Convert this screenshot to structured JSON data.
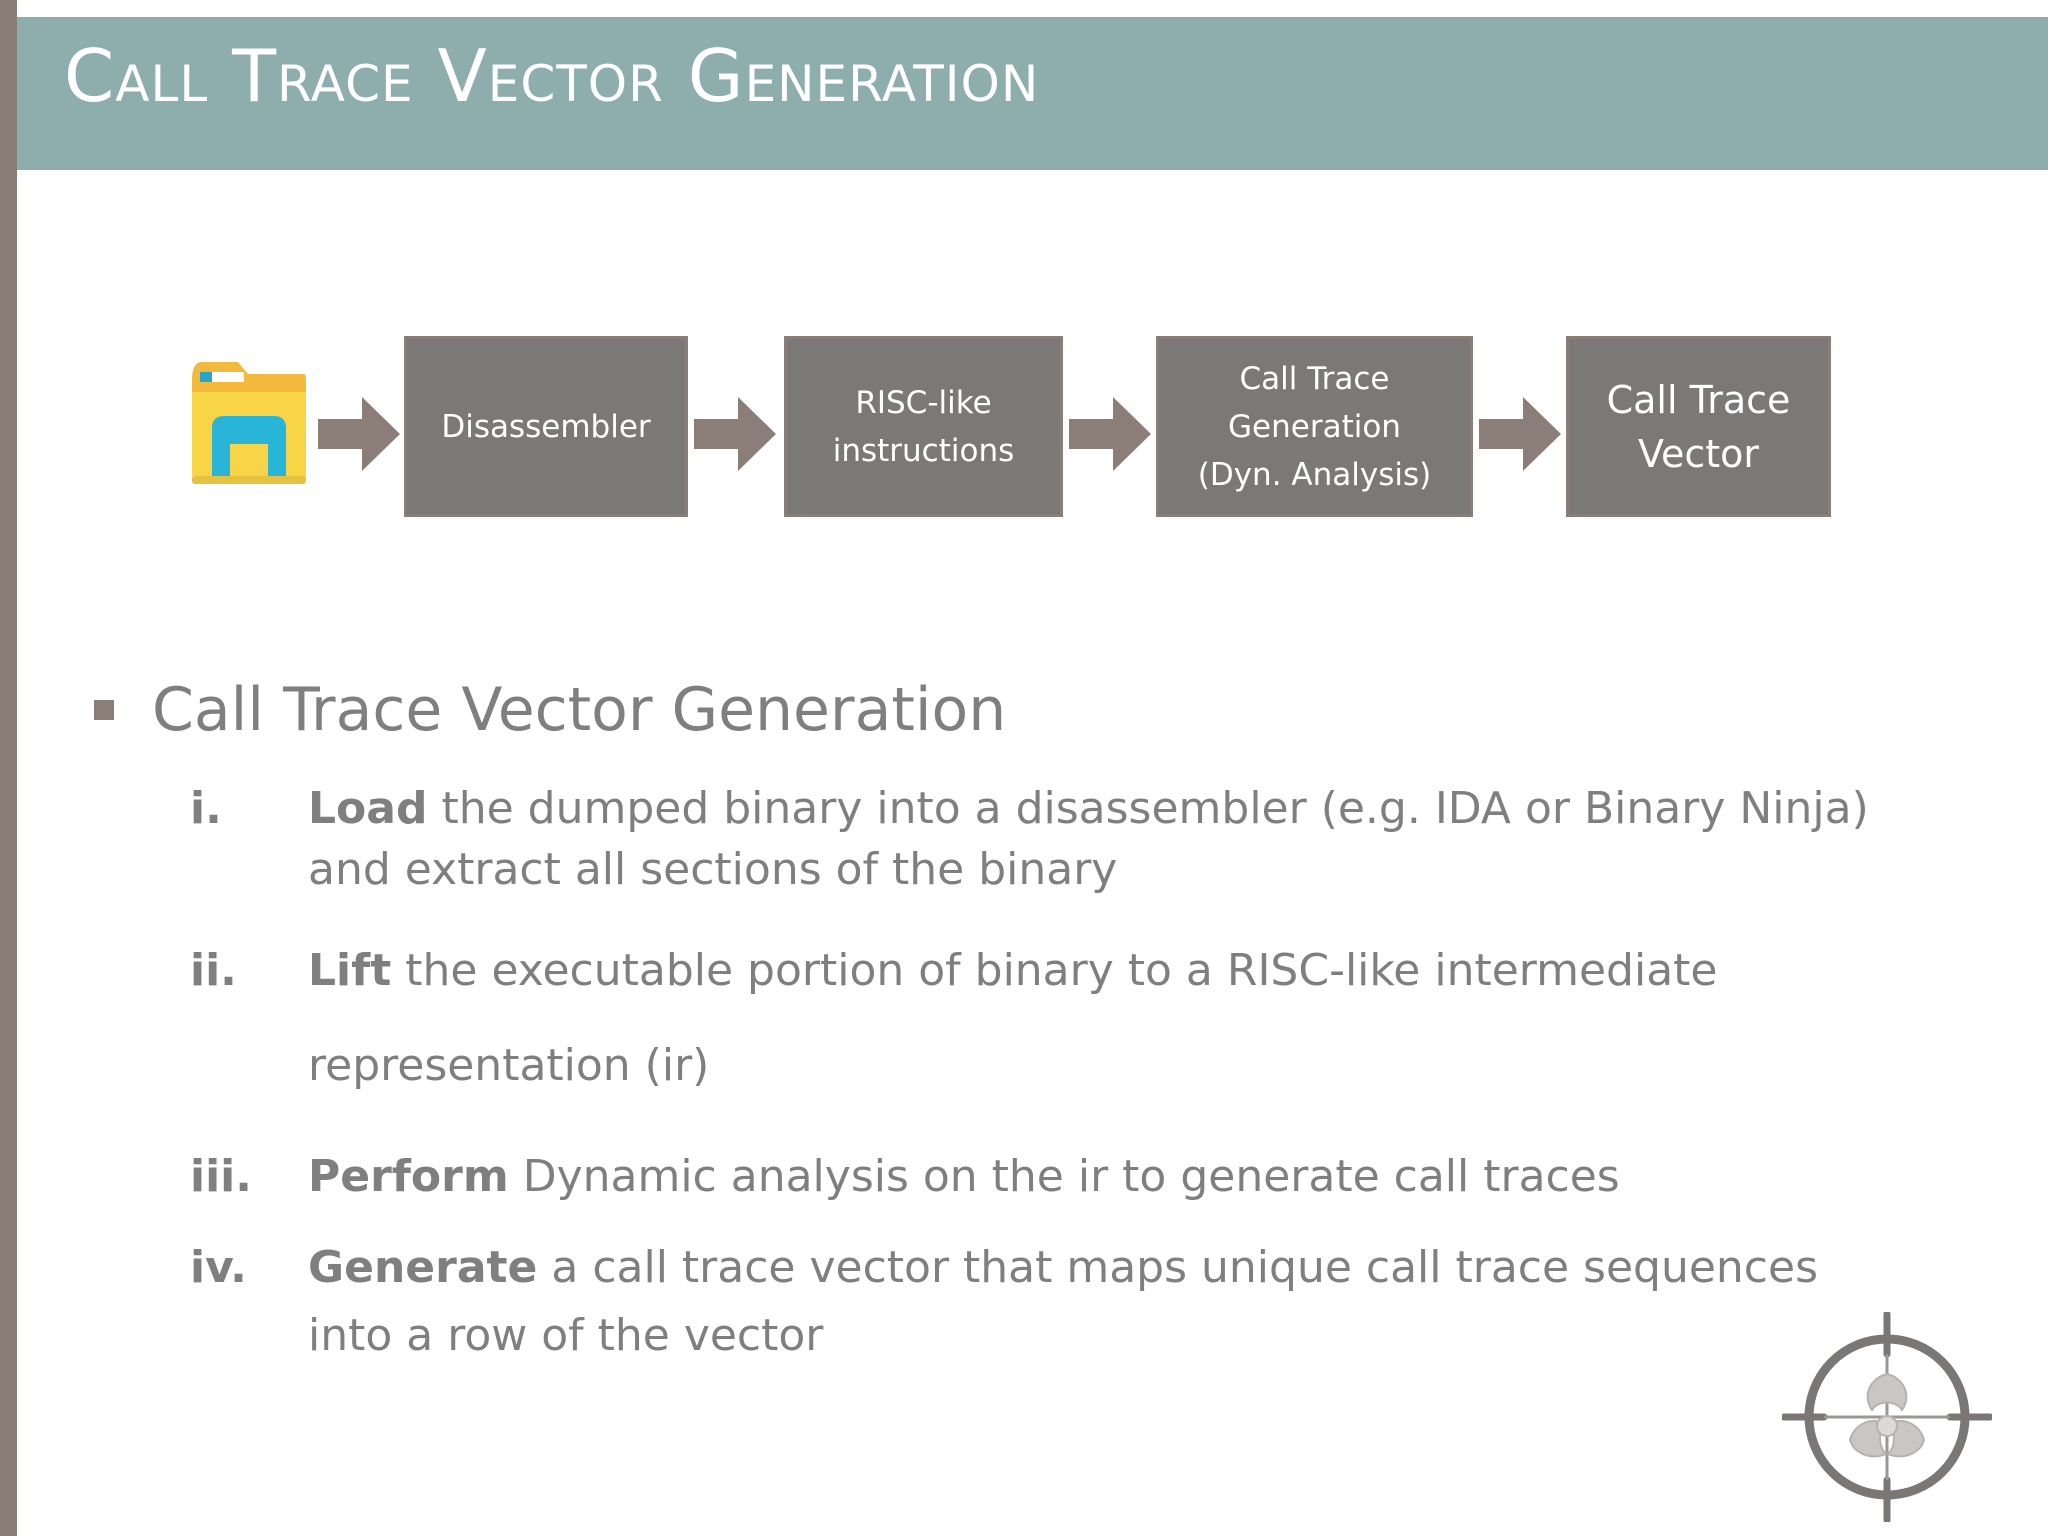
{
  "slide": {
    "title": "Call Trace Vector Generation"
  },
  "flow": {
    "icon": "file-explorer-folder-icon",
    "steps": [
      {
        "lines": [
          "Disassembler"
        ]
      },
      {
        "lines": [
          "RISC-like",
          "instructions"
        ]
      },
      {
        "lines": [
          "Call Trace",
          "Generation",
          "(Dyn. Analysis)"
        ]
      },
      {
        "lines": [
          "Call Trace",
          "Vector"
        ]
      }
    ]
  },
  "bullet": {
    "heading": "Call Trace Vector Generation",
    "items": [
      {
        "num": "i.",
        "verb": "Load",
        "rest": " the dumped binary into a disassembler (e.g. IDA or Binary Ninja) and extract all sections of the binary"
      },
      {
        "num": "ii.",
        "verb": "Lift",
        "rest": " the executable portion of binary to a RISC-like  intermediate representation (ir)"
      },
      {
        "num": "iii.",
        "verb": "Perform",
        "rest": " Dynamic analysis on the ir to generate call traces"
      },
      {
        "num": "iv.",
        "verb": "Generate",
        "rest": " a call trace vector that maps unique call trace sequences into a row of the vector"
      }
    ]
  },
  "colors": {
    "title_band": "#8eadad",
    "left_bar": "#8a7d76",
    "box_fill": "#7b7978",
    "box_border": "#8b7e78",
    "arrow": "#8b7e78",
    "body_text": "#7f7f7f"
  },
  "decorations": {
    "emblem": "crosshair-biohazard-emblem"
  }
}
